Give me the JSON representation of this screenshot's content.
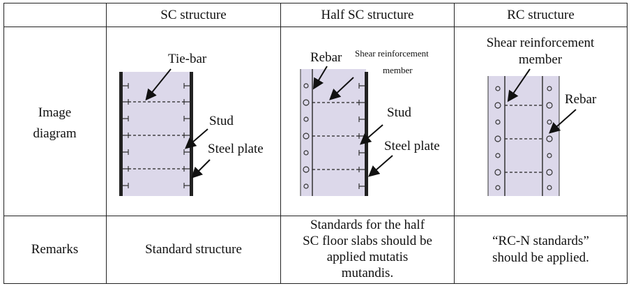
{
  "header": {
    "col1": "",
    "col2": "SC structure",
    "col3": "Half SC structure",
    "col4": "RC structure"
  },
  "rows": {
    "image": {
      "label_line1": "Image",
      "label_line2": "diagram"
    },
    "remarks": {
      "label": "Remarks",
      "sc": "Standard structure",
      "half_sc_lines": [
        "Standards for the half",
        "SC floor slabs should be",
        "applied mutatis",
        "mutandis."
      ],
      "rc_lines": [
        "“RC-N standards”",
        "should be applied."
      ]
    }
  },
  "diagrams": {
    "sc": {
      "tie_bar": "Tie-bar",
      "stud": "Stud",
      "steel_plate": "Steel plate"
    },
    "half_sc": {
      "rebar": "Rebar",
      "shear_line1": "Shear reinforcement",
      "shear_line2": "member",
      "stud": "Stud",
      "steel_plate": "Steel plate"
    },
    "rc": {
      "shear_line1": "Shear reinforcement",
      "shear_line2": "member",
      "rebar": "Rebar"
    }
  },
  "colors": {
    "panel_fill": "#dcd8ea",
    "steel": "#222222",
    "border": "#222222"
  }
}
